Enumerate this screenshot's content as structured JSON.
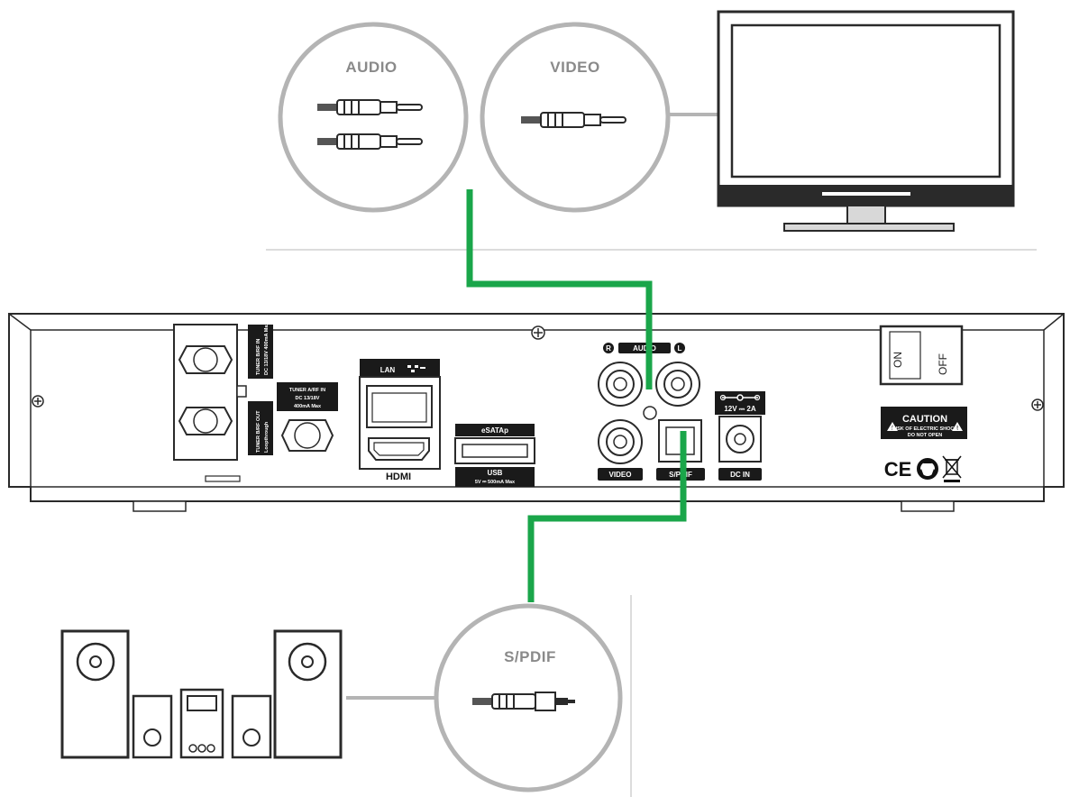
{
  "bubbles": {
    "audio": "AUDIO",
    "video": "VIDEO",
    "spdif": "S/PDIF"
  },
  "panel": {
    "tuner_b_in": "TUNER B/RF IN",
    "tuner_b_in_sub": "DC 13/18V 400mA Max",
    "tuner_b_out": "TUNER B/RF OUT",
    "tuner_b_out_sub": "Loopthrough",
    "tuner_a_in": "TUNER A/RF IN",
    "tuner_a_sub1": "DC 13/18V",
    "tuner_a_sub2": "400mA Max",
    "lan": "LAN",
    "hdmi": "HDMI",
    "esata": "eSATAp",
    "usb": "USB",
    "usb_sub": "5V ⎓ 500mA Max",
    "audio_r": "R",
    "audio_label": "AUDIO",
    "audio_l": "L",
    "video": "VIDEO",
    "spdif": "S/PDIF",
    "dc_rating": "12V ⎓ 2A",
    "dc_in": "DC IN",
    "switch_on": "ON",
    "switch_off": "OFF",
    "caution": "CAUTION",
    "caution_sub1": "RISK OF ELECTRIC SHOCK",
    "caution_sub2": "DO NOT OPEN",
    "ce_mark": "CE"
  },
  "colors": {
    "cable": "#1aa64a",
    "bubble_border": "#b4b4b4",
    "outline": "#2a2a2a"
  }
}
